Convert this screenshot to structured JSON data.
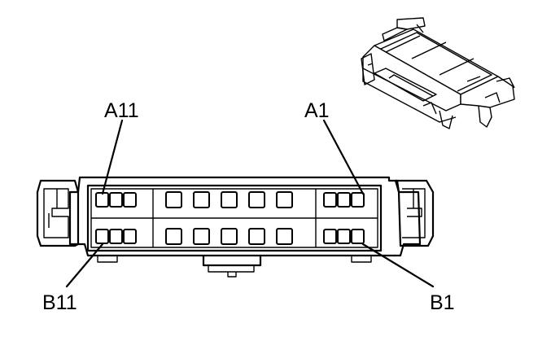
{
  "diagram": {
    "labels": {
      "top_left": "A11",
      "top_right": "A1",
      "bottom_left": "B11",
      "bottom_right": "B1"
    },
    "rows": [
      {
        "name": "A",
        "pin_groups": [
          3,
          5,
          3
        ]
      },
      {
        "name": "B",
        "pin_groups": [
          3,
          5,
          3
        ]
      }
    ]
  }
}
